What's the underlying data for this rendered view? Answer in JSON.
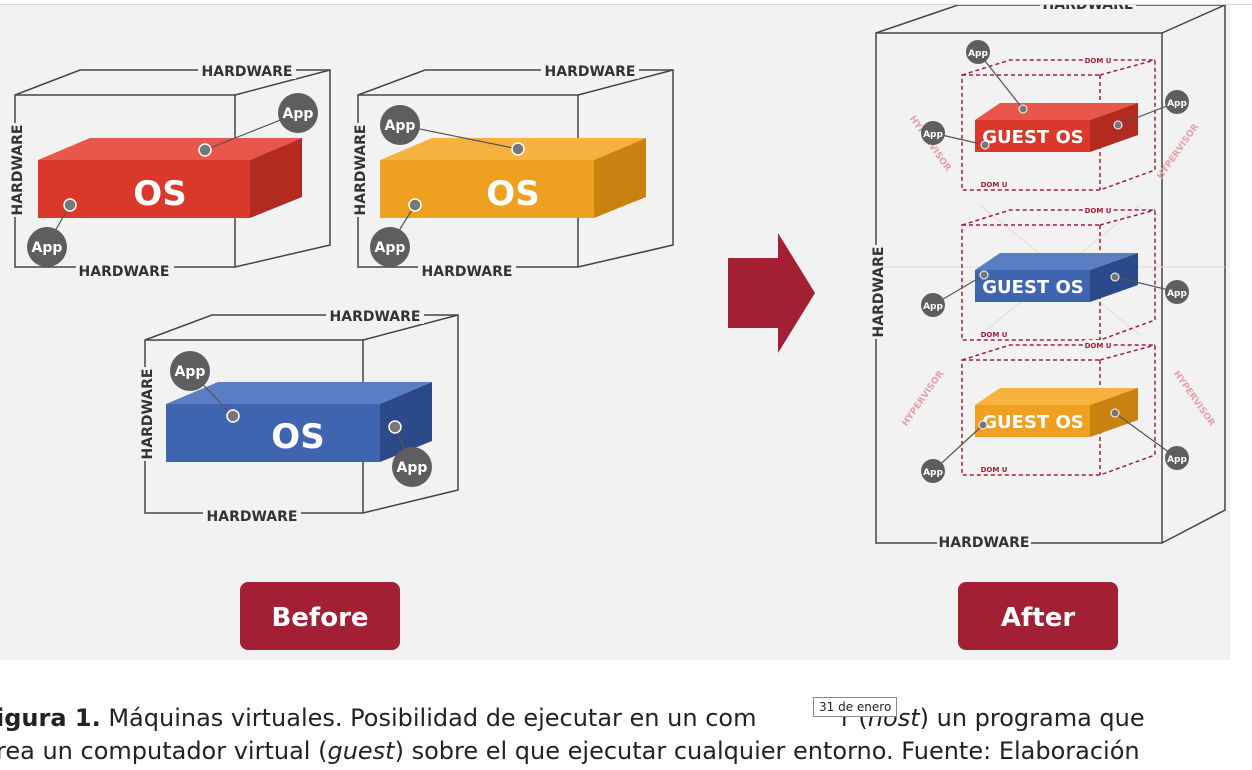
{
  "labels": {
    "hardware": "HARDWARE",
    "os": "OS",
    "app": "App",
    "guest_os": "GUEST OS",
    "dom_u": "DOM U",
    "hypervisor": "HYPERVISOR"
  },
  "buttons": {
    "before": "Before",
    "after": "After"
  },
  "caption": {
    "fig_label": "igura 1.",
    "line1_part1": " Máquinas virtuales. Posibilidad de ejecutar en un com",
    "line1_part2": "r (",
    "host": "host",
    "line1_part3": ") un programa que",
    "line2_part1": "rea un computador virtual (",
    "guest": "guest",
    "line2_part2": ") sobre el que ejecutar cualquier entorno. Fuente: Elaboración"
  },
  "tooltip": "31 de enero",
  "colors": {
    "red": "#d9382b",
    "orange": "#f0a020",
    "blue": "#3f64b0",
    "maroon": "#a31f34",
    "app": "#5e5e5e"
  }
}
